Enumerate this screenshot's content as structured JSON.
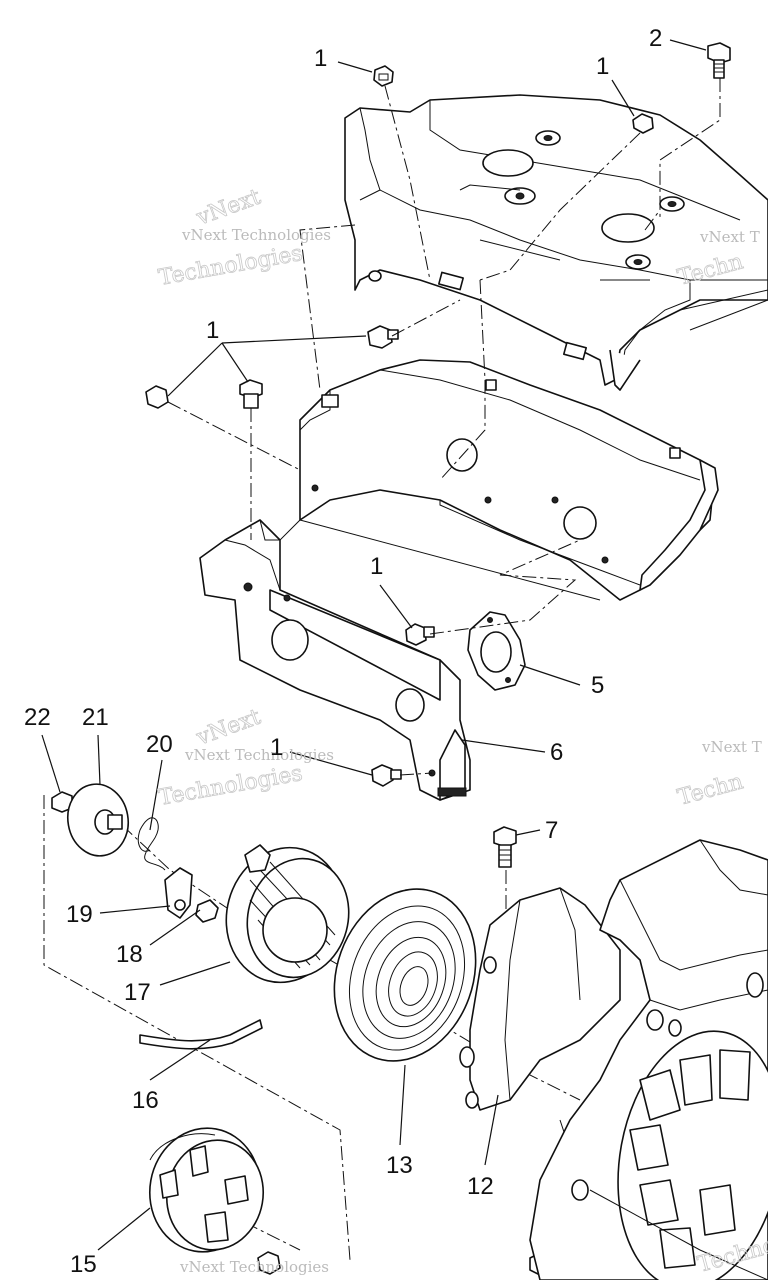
{
  "callouts": [
    {
      "id": "c1a",
      "text": "1"
    },
    {
      "id": "c2",
      "text": "2"
    },
    {
      "id": "c1b",
      "text": "1"
    },
    {
      "id": "c1c",
      "text": "1"
    },
    {
      "id": "c1d",
      "text": "1"
    },
    {
      "id": "c5",
      "text": "5"
    },
    {
      "id": "c22",
      "text": "22"
    },
    {
      "id": "c21",
      "text": "21"
    },
    {
      "id": "c20",
      "text": "20"
    },
    {
      "id": "c1e",
      "text": "1"
    },
    {
      "id": "c6",
      "text": "6"
    },
    {
      "id": "c7",
      "text": "7"
    },
    {
      "id": "c19",
      "text": "19"
    },
    {
      "id": "c18",
      "text": "18"
    },
    {
      "id": "c17",
      "text": "17"
    },
    {
      "id": "c16",
      "text": "16"
    },
    {
      "id": "c13",
      "text": "13"
    },
    {
      "id": "c12",
      "text": "12"
    },
    {
      "id": "c15",
      "text": "15"
    }
  ],
  "watermark": {
    "line1": "vNext",
    "line2": "vNext Technologies",
    "line3": "Technologies",
    "edge1": "vNext T",
    "edge2": "Techn",
    "edge3": "Technol"
  }
}
